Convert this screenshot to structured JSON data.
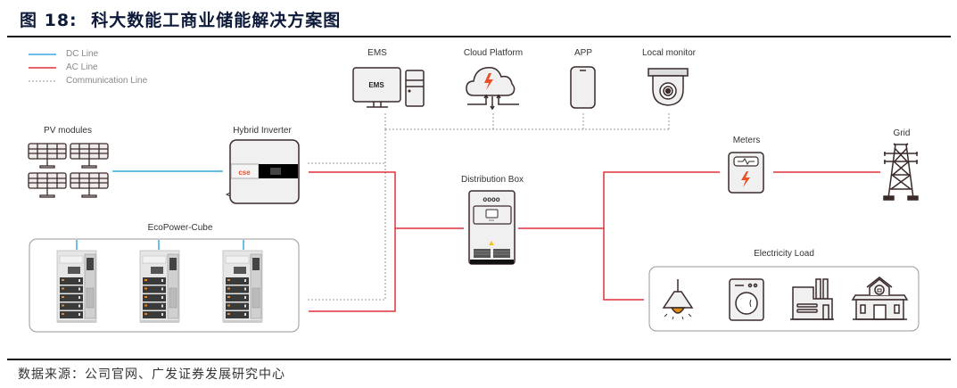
{
  "figure": {
    "title_prefix": "图 18:",
    "title": "科大数能工商业储能解决方案图",
    "source": "数据来源：公司官网、广发证券发展研究中心"
  },
  "legend": [
    {
      "label": "DC Line",
      "style": "solid",
      "color": "#3aa9e0"
    },
    {
      "label": "AC Line",
      "style": "solid",
      "color": "#e0303c"
    },
    {
      "label": "Communication Line",
      "style": "dashed",
      "color": "#9a9a9a"
    }
  ],
  "nodes": {
    "ems": {
      "label": "EMS",
      "screen_text": "EMS"
    },
    "cloud": {
      "label": "Cloud Platform"
    },
    "app": {
      "label": "APP"
    },
    "monitor": {
      "label": "Local monitor"
    },
    "pv": {
      "label": "PV modules"
    },
    "inverter": {
      "label": "Hybrid Inverter",
      "brand": "cse"
    },
    "cube": {
      "label": "EcoPower-Cube"
    },
    "distribution": {
      "label": "Distribution Box",
      "dots": "oooo"
    },
    "meters": {
      "label": "Meters"
    },
    "grid": {
      "label": "Grid"
    },
    "load": {
      "label": "Electricity Load",
      "items": [
        "lamp",
        "washing-machine",
        "factory",
        "school"
      ]
    }
  },
  "colors": {
    "dc": "#3aa9e0",
    "ac": "#e0303c",
    "comm": "#9a9a9a",
    "icon_stroke": "#3a2a2a",
    "accent_orange": "#e8502a"
  }
}
